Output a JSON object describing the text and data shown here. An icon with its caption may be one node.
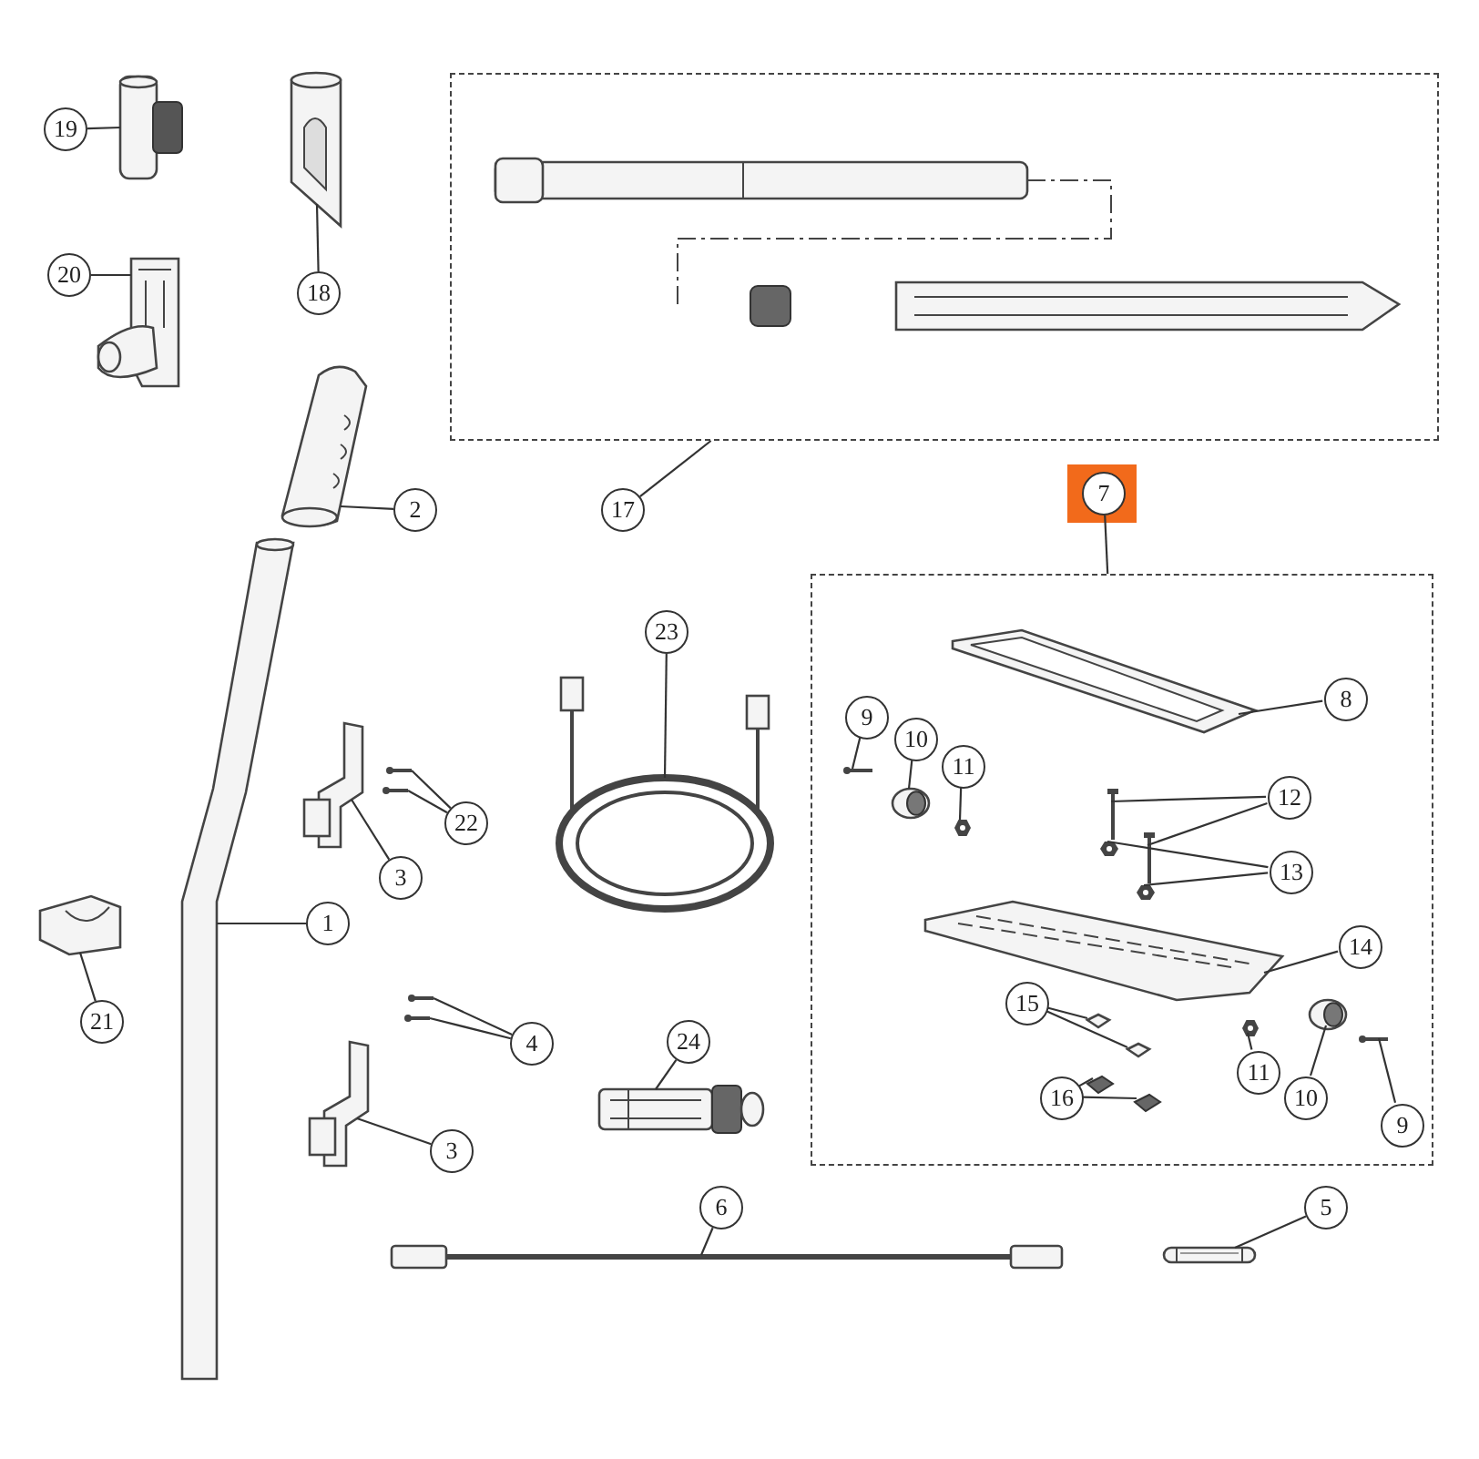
{
  "diagram": {
    "nodes": [
      {
        "text": [
          "19"
        ]
      },
      {
        "text": [],
        "shape": "picture"
      },
      {
        "text": [],
        "shape": "picture"
      },
      {
        "text": [
          "18"
        ]
      },
      {
        "text": [
          "20"
        ]
      },
      {
        "text": [],
        "shape": "picture"
      },
      {
        "text": [],
        "shape": "box"
      },
      {
        "text": [
          "17"
        ]
      },
      {
        "text": [],
        "shape": "picture"
      },
      {
        "text": [
          "2"
        ]
      },
      {
        "text": [
          "7"
        ]
      },
      {
        "text": [],
        "shape": "box"
      },
      {
        "text": [],
        "shape": "picture",
        "in": 11
      },
      {
        "text": [
          "8"
        ],
        "in": 11
      },
      {
        "text": [
          "9"
        ],
        "in": 11
      },
      {
        "text": [],
        "shape": "picture",
        "in": 11
      },
      {
        "text": [
          "10"
        ],
        "in": 11
      },
      {
        "text": [],
        "shape": "picture",
        "in": 11
      },
      {
        "text": [
          "11"
        ],
        "in": 11
      },
      {
        "text": [],
        "shape": "picture",
        "in": 11
      },
      {
        "text": [
          "12"
        ],
        "in": 11
      },
      {
        "text": [],
        "shape": "picture",
        "in": 11
      },
      {
        "text": [],
        "shape": "picture",
        "in": 11
      },
      {
        "text": [],
        "shape": "picture",
        "in": 11
      },
      {
        "text": [],
        "shape": "picture",
        "in": 11
      },
      {
        "text": [
          "13"
        ],
        "in": 11
      },
      {
        "text": [],
        "shape": "picture",
        "in": 11
      },
      {
        "text": [
          "14"
        ],
        "in": 11
      },
      {
        "text": [
          "15"
        ],
        "in": 11
      },
      {
        "text": [],
        "shape": "picture",
        "in": 11
      },
      {
        "text": [],
        "shape": "picture",
        "in": 11
      },
      {
        "text": [],
        "shape": "picture",
        "in": 11
      },
      {
        "text": [],
        "shape": "picture",
        "in": 11
      },
      {
        "text": [
          "16"
        ],
        "in": 11
      },
      {
        "text": [],
        "shape": "picture",
        "in": 11
      },
      {
        "text": [
          "11"
        ],
        "in": 11
      },
      {
        "text": [],
        "shape": "picture",
        "in": 11
      },
      {
        "text": [
          "10"
        ],
        "in": 11
      },
      {
        "text": [],
        "shape": "picture",
        "in": 11
      },
      {
        "text": [
          "9"
        ],
        "in": 11
      },
      {
        "text": [
          "23"
        ]
      },
      {
        "text": [],
        "shape": "picture"
      },
      {
        "text": [],
        "shape": "picture"
      },
      {
        "text": [],
        "shape": "picture"
      },
      {
        "text": [],
        "shape": "picture"
      },
      {
        "text": [
          "22"
        ]
      },
      {
        "text": [
          "3"
        ]
      },
      {
        "text": [],
        "shape": "picture"
      },
      {
        "text": [
          "1"
        ]
      },
      {
        "text": [],
        "shape": "picture"
      },
      {
        "text": [
          "21"
        ]
      },
      {
        "text": [],
        "shape": "picture"
      },
      {
        "text": [],
        "shape": "picture"
      },
      {
        "text": [
          "4"
        ]
      },
      {
        "text": [
          "24"
        ]
      },
      {
        "text": [],
        "shape": "picture"
      },
      {
        "text": [],
        "shape": "picture"
      },
      {
        "text": [
          "3"
        ]
      },
      {
        "text": [
          "6"
        ]
      },
      {
        "text": [],
        "shape": "picture"
      },
      {
        "text": [
          "5"
        ]
      },
      {
        "text": [],
        "shape": "picture"
      }
    ],
    "edges": [
      {
        "from": 0,
        "to": 1,
        "arrow": "none"
      },
      {
        "from": 3,
        "to": 2,
        "arrow": "none"
      },
      {
        "from": 4,
        "to": 5,
        "arrow": "none"
      },
      {
        "from": 7,
        "to": 6,
        "arrow": "none"
      },
      {
        "from": 9,
        "to": 8,
        "arrow": "none"
      },
      {
        "from": 10,
        "to": 11,
        "arrow": "none"
      },
      {
        "from": 13,
        "to": 12,
        "arrow": "none"
      },
      {
        "from": 14,
        "to": 15,
        "arrow": "none"
      },
      {
        "from": 16,
        "to": 17,
        "arrow": "none"
      },
      {
        "from": 18,
        "to": 19,
        "arrow": "none"
      },
      {
        "from": 20,
        "to": 21,
        "arrow": "none"
      },
      {
        "from": 20,
        "to": 22,
        "arrow": "none"
      },
      {
        "from": 25,
        "to": 23,
        "arrow": "none"
      },
      {
        "from": 25,
        "to": 24,
        "arrow": "none"
      },
      {
        "from": 27,
        "to": 26,
        "arrow": "none"
      },
      {
        "from": 28,
        "to": 29,
        "arrow": "none"
      },
      {
        "from": 28,
        "to": 30,
        "arrow": "none"
      },
      {
        "from": 33,
        "to": 31,
        "arrow": "none"
      },
      {
        "from": 33,
        "to": 32,
        "arrow": "none"
      },
      {
        "from": 35,
        "to": 34,
        "arrow": "none"
      },
      {
        "from": 37,
        "to": 36,
        "arrow": "none"
      },
      {
        "from": 39,
        "to": 38,
        "arrow": "none"
      },
      {
        "from": 40,
        "to": 41,
        "arrow": "none"
      },
      {
        "from": 45,
        "to": 43,
        "arrow": "none"
      },
      {
        "from": 45,
        "to": 44,
        "arrow": "none"
      },
      {
        "from": 46,
        "to": 42,
        "arrow": "none"
      },
      {
        "from": 48,
        "to": 47,
        "arrow": "none"
      },
      {
        "from": 50,
        "to": 49,
        "arrow": "none"
      },
      {
        "from": 53,
        "to": 51,
        "arrow": "none"
      },
      {
        "from": 53,
        "to": 52,
        "arrow": "none"
      },
      {
        "from": 54,
        "to": 55,
        "arrow": "none"
      },
      {
        "from": 57,
        "to": 56,
        "arrow": "none"
      },
      {
        "from": 58,
        "to": 59,
        "arrow": "none"
      },
      {
        "from": 60,
        "to": 61,
        "arrow": "none"
      }
    ]
  }
}
